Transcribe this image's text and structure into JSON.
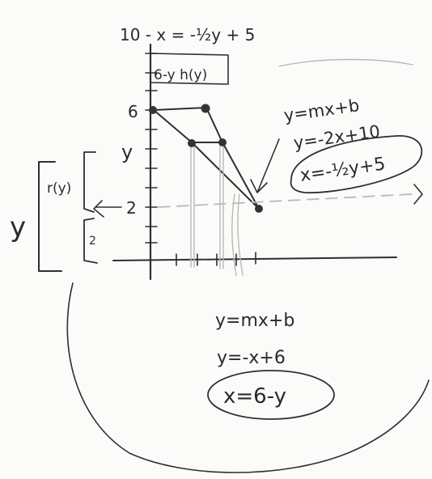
{
  "top_label": "10 - x = -½y + 5",
  "box_label": "6-y  h(y)",
  "y_tick_6": "6",
  "y_tick_y": "y",
  "y_tick_2": "2",
  "left_bracket_big": "y",
  "left_bracket_r": "r(y)",
  "left_bracket_2": "2",
  "eq_right": {
    "line1": "y=mx+b",
    "line2": "y=-2x+10",
    "line3": "x=-½y+5"
  },
  "eq_bottom": {
    "line1": "y=mx+b",
    "line2": "y=-x+6",
    "line3": "x=6-y"
  }
}
